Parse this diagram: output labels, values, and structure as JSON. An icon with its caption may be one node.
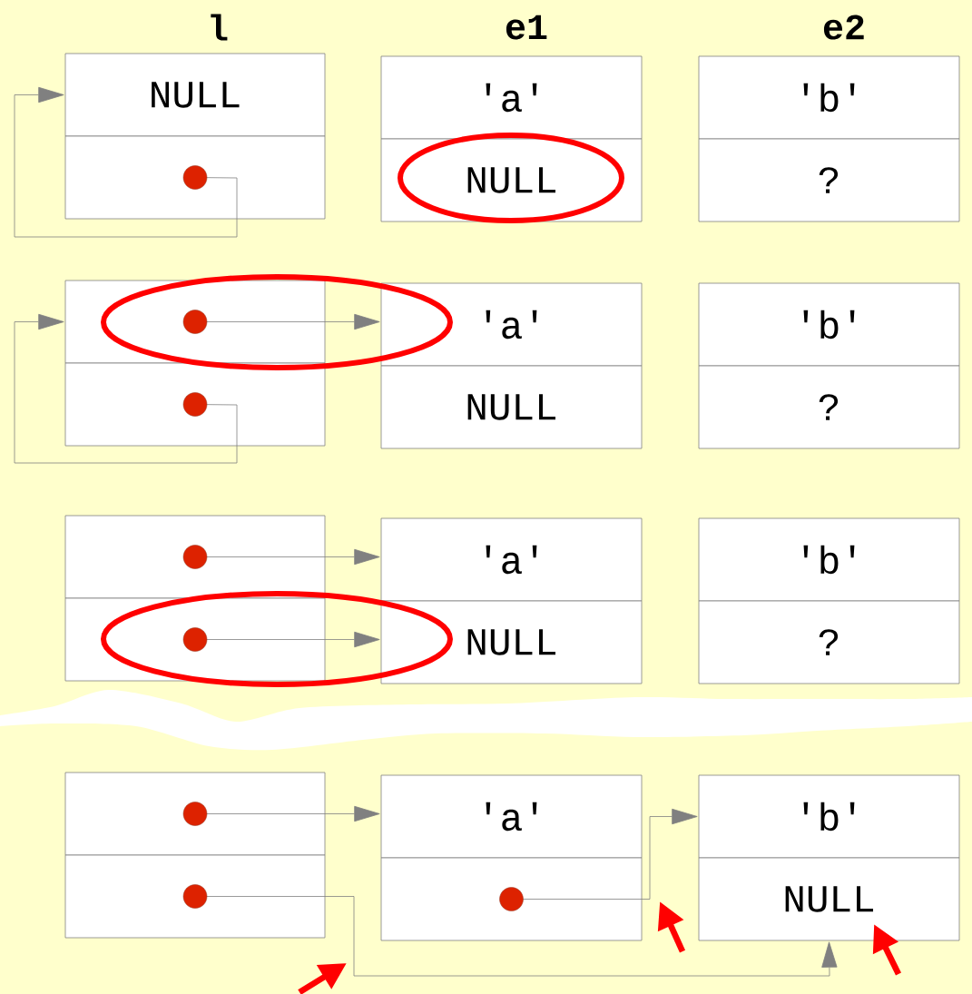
{
  "diagram": {
    "nodes": [
      {
        "text": [
          "NULL"
        ]
      },
      {
        "text": [],
        "shape": "box"
      },
      {
        "text": [
          "'a'"
        ]
      },
      {
        "text": [
          "NULL"
        ]
      },
      {
        "text": [
          "'b'"
        ]
      },
      {
        "text": [
          "?"
        ]
      },
      {
        "text": [],
        "shape": "box"
      },
      {
        "text": [],
        "shape": "box"
      },
      {
        "text": [
          "'a'"
        ]
      },
      {
        "text": [
          "NULL"
        ]
      },
      {
        "text": [
          "'b'"
        ]
      },
      {
        "text": [
          "?"
        ]
      },
      {
        "text": [],
        "shape": "box"
      },
      {
        "text": [],
        "shape": "box"
      },
      {
        "text": [
          "'a'"
        ]
      },
      {
        "text": [
          "NULL"
        ]
      },
      {
        "text": [
          "'b'"
        ]
      },
      {
        "text": [
          "?"
        ]
      },
      {
        "text": [],
        "shape": "box"
      },
      {
        "text": [],
        "shape": "box"
      },
      {
        "text": [
          "'a'"
        ]
      },
      {
        "text": [],
        "shape": "box"
      },
      {
        "text": [
          "'b'"
        ]
      },
      {
        "text": [
          "NULL"
        ]
      }
    ],
    "edges": [
      {
        "from": 1,
        "to": 0,
        "arrow": "to"
      },
      {
        "from": 6,
        "to": 8,
        "arrow": "to"
      },
      {
        "from": 7,
        "to": 6,
        "arrow": "to"
      },
      {
        "from": 12,
        "to": 14,
        "arrow": "to"
      },
      {
        "from": 13,
        "to": 15,
        "arrow": "to"
      },
      {
        "from": 18,
        "to": 20,
        "arrow": "to"
      },
      {
        "from": 21,
        "to": 22,
        "arrow": "to"
      },
      {
        "from": 19,
        "to": 23,
        "arrow": "to"
      }
    ],
    "labels": [
      "l",
      "e1",
      "e2"
    ]
  }
}
